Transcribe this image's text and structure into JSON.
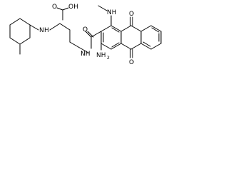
{
  "structure": {
    "atom_labels": {
      "acid_oxygen_top": "O",
      "acid_oxygen_hydroxyl": "OH",
      "secondary_amine": "N",
      "secondary_amine_h": "H",
      "methylamino_nh": "NH",
      "amide_oxygen": "O",
      "amide_nh": "NH",
      "amino_nh2": "NH",
      "amino_nh2_subscript": "2",
      "quinone_oxygen_top": "O",
      "quinone_oxygen_bottom": "O"
    }
  }
}
